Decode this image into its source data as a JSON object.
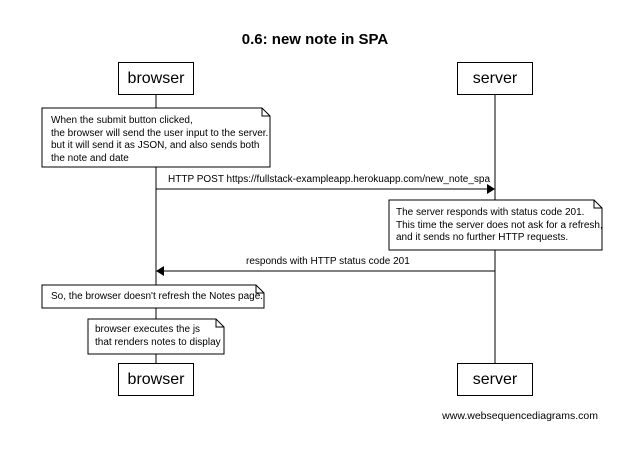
{
  "diagram": {
    "title": "0.6: new note in SPA",
    "participants": {
      "browser": "browser",
      "server": "server"
    },
    "notes": [
      {
        "over": "browser",
        "lines": [
          "When the submit button clicked,",
          "the browser will send the user input to the server.",
          "but it will send it as JSON, and also sends both",
          "the note and date"
        ]
      },
      {
        "over": "server",
        "lines": [
          "The server responds with status code 201.",
          "This time the server does not ask for a refresh,",
          "and it sends no further HTTP requests."
        ]
      },
      {
        "over": "browser",
        "lines": [
          "So, the browser doesn't refresh the Notes page."
        ]
      },
      {
        "over": "browser",
        "lines": [
          "browser executes the js",
          "that renders notes to display"
        ]
      }
    ],
    "messages": [
      {
        "from": "browser",
        "to": "server",
        "label": "HTTP POST https://fullstack-exampleapp.herokuapp.com/new_note_spa"
      },
      {
        "from": "server",
        "to": "browser",
        "label": "responds with HTTP status code 201"
      }
    ]
  },
  "footer": "www.websequencediagrams.com"
}
